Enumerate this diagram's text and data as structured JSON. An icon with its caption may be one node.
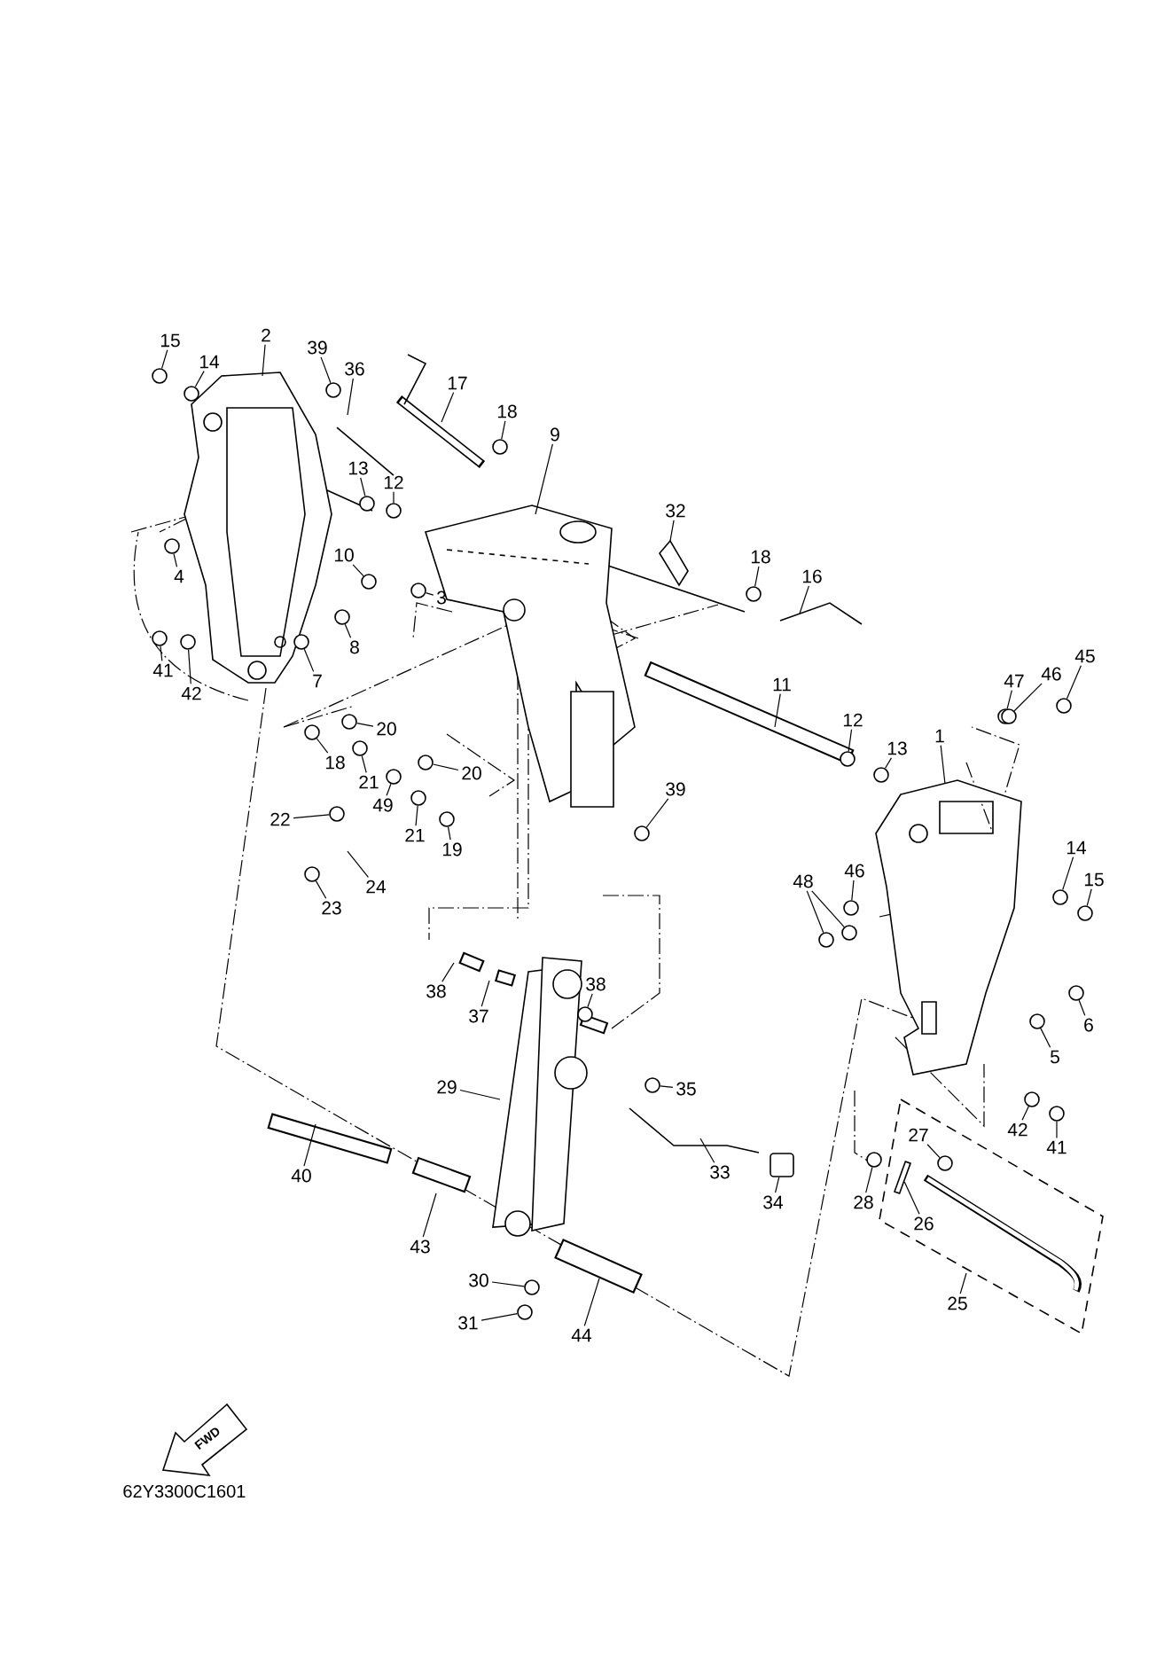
{
  "diagram": {
    "nodes": [
      {
        "text": [
          "15"
        ]
      },
      {
        "text": [
          "14"
        ]
      },
      {
        "text": [
          "2"
        ]
      },
      {
        "text": [
          "39"
        ]
      },
      {
        "text": [
          "36"
        ]
      },
      {
        "text": [
          "17"
        ]
      },
      {
        "text": [
          "18"
        ]
      },
      {
        "text": [
          "9"
        ]
      },
      {
        "text": [
          "13"
        ]
      },
      {
        "text": [
          "12"
        ]
      },
      {
        "text": [
          "10"
        ]
      },
      {
        "text": [
          "3"
        ]
      },
      {
        "text": [
          "4"
        ]
      },
      {
        "text": [
          "8"
        ]
      },
      {
        "text": [
          "41"
        ]
      },
      {
        "text": [
          "42"
        ]
      },
      {
        "text": [
          "7"
        ]
      },
      {
        "text": [
          "32"
        ]
      },
      {
        "text": [
          "18"
        ]
      },
      {
        "text": [
          "16"
        ]
      },
      {
        "text": [
          "11"
        ]
      },
      {
        "text": [
          "12"
        ]
      },
      {
        "text": [
          "13"
        ]
      },
      {
        "text": [
          "47"
        ]
      },
      {
        "text": [
          "46"
        ]
      },
      {
        "text": [
          "45"
        ]
      },
      {
        "text": [
          "1"
        ]
      },
      {
        "text": [
          "39"
        ]
      },
      {
        "text": [
          "14"
        ]
      },
      {
        "text": [
          "15"
        ]
      },
      {
        "text": [
          "48"
        ]
      },
      {
        "text": [
          "46"
        ]
      },
      {
        "text": [
          "6"
        ]
      },
      {
        "text": [
          "5"
        ]
      },
      {
        "text": [
          "42"
        ]
      },
      {
        "text": [
          "41"
        ]
      },
      {
        "text": [
          "18"
        ]
      },
      {
        "text": [
          "20"
        ]
      },
      {
        "text": [
          "21"
        ]
      },
      {
        "text": [
          "49"
        ]
      },
      {
        "text": [
          "20"
        ]
      },
      {
        "text": [
          "21"
        ]
      },
      {
        "text": [
          "19"
        ]
      },
      {
        "text": [
          "22"
        ]
      },
      {
        "text": [
          "24"
        ]
      },
      {
        "text": [
          "23"
        ]
      },
      {
        "text": [
          "38"
        ]
      },
      {
        "text": [
          "37"
        ]
      },
      {
        "text": [
          "38"
        ]
      },
      {
        "text": [
          "35"
        ]
      },
      {
        "text": [
          "29"
        ]
      },
      {
        "text": [
          "40"
        ]
      },
      {
        "text": [
          "33"
        ]
      },
      {
        "text": [
          "34"
        ]
      },
      {
        "text": [
          "43"
        ]
      },
      {
        "text": [
          "30"
        ]
      },
      {
        "text": [
          "31"
        ]
      },
      {
        "text": [
          "44"
        ]
      },
      {
        "text": [
          "28"
        ]
      },
      {
        "text": [
          "27"
        ]
      },
      {
        "text": [
          "26"
        ]
      },
      {
        "text": [
          "25"
        ]
      },
      {
        "text": [],
        "shape": "circle"
      },
      {
        "text": [],
        "shape": "circle"
      },
      {
        "text": [],
        "shape": "circle"
      },
      {
        "text": [],
        "shape": "circle"
      },
      {
        "text": [],
        "shape": "circle"
      },
      {
        "text": [],
        "shape": "circle"
      },
      {
        "text": [],
        "shape": "circle"
      },
      {
        "text": [],
        "shape": "circle"
      },
      {
        "text": [],
        "shape": "circle"
      },
      {
        "text": [],
        "shape": "circle"
      },
      {
        "text": [],
        "shape": "circle"
      },
      {
        "text": [],
        "shape": "circle"
      },
      {
        "text": [],
        "shape": "circle"
      },
      {
        "text": [],
        "shape": "circle"
      },
      {
        "text": [],
        "shape": "circle"
      },
      {
        "text": [],
        "shape": "circle"
      },
      {
        "text": [],
        "shape": "circle"
      },
      {
        "text": [],
        "shape": "circle"
      },
      {
        "text": [],
        "shape": "circle"
      },
      {
        "text": [],
        "shape": "circle"
      },
      {
        "text": [],
        "shape": "circle"
      },
      {
        "text": [],
        "shape": "circle"
      },
      {
        "text": [],
        "shape": "circle"
      },
      {
        "text": [],
        "shape": "circle"
      },
      {
        "text": [],
        "shape": "circle"
      },
      {
        "text": [],
        "shape": "circle"
      },
      {
        "text": [],
        "shape": "circle"
      },
      {
        "text": [],
        "shape": "circle"
      },
      {
        "text": [],
        "shape": "circle"
      },
      {
        "text": [],
        "shape": "circle"
      },
      {
        "text": [],
        "shape": "circle"
      },
      {
        "text": [],
        "shape": "circle"
      },
      {
        "text": [],
        "shape": "circle"
      },
      {
        "text": [],
        "shape": "circle"
      },
      {
        "text": [],
        "shape": "circle"
      },
      {
        "text": [],
        "shape": "circle"
      },
      {
        "text": [],
        "shape": "circle"
      },
      {
        "text": [],
        "shape": "circle"
      },
      {
        "text": [],
        "shape": "circle"
      },
      {
        "text": [],
        "shape": "circle"
      },
      {
        "text": [],
        "shape": "circle"
      },
      {
        "text": [],
        "shape": "circle"
      },
      {
        "text": [],
        "shape": "circle"
      },
      {
        "text": [],
        "shape": "circle"
      },
      {
        "text": [],
        "shape": "box"
      },
      {
        "text": [],
        "shape": "bar"
      },
      {
        "text": [],
        "shape": "picture"
      }
    ],
    "edges": [
      {
        "from": 0,
        "to": 62,
        "arrow": "none"
      },
      {
        "from": 1,
        "to": 63,
        "arrow": "none"
      },
      {
        "from": 2,
        "to": null,
        "arrow": "none"
      },
      {
        "from": 3,
        "to": 64,
        "arrow": "none"
      },
      {
        "from": 4,
        "to": null,
        "arrow": "none"
      },
      {
        "from": 5,
        "to": null,
        "arrow": "none"
      },
      {
        "from": 6,
        "to": 65,
        "arrow": "none"
      },
      {
        "from": 7,
        "to": null,
        "arrow": "none"
      },
      {
        "from": 8,
        "to": 66,
        "arrow": "none"
      },
      {
        "from": 9,
        "to": 67,
        "arrow": "none"
      },
      {
        "from": 10,
        "to": 68,
        "arrow": "none"
      },
      {
        "from": 11,
        "to": 69,
        "arrow": "none"
      },
      {
        "from": 12,
        "to": 70,
        "arrow": "none"
      },
      {
        "from": 13,
        "to": 71,
        "arrow": "none"
      },
      {
        "from": 14,
        "to": 72,
        "arrow": "none"
      },
      {
        "from": 15,
        "to": 73,
        "arrow": "none"
      },
      {
        "from": 16,
        "to": 74,
        "arrow": "none"
      },
      {
        "from": 17,
        "to": null,
        "arrow": "none"
      },
      {
        "from": 18,
        "to": 75,
        "arrow": "none"
      },
      {
        "from": 19,
        "to": null,
        "arrow": "none"
      },
      {
        "from": 20,
        "to": null,
        "arrow": "none"
      },
      {
        "from": 21,
        "to": 76,
        "arrow": "none"
      },
      {
        "from": 22,
        "to": 77,
        "arrow": "none"
      },
      {
        "from": 23,
        "to": 78,
        "arrow": "none"
      },
      {
        "from": 24,
        "to": 79,
        "arrow": "none"
      },
      {
        "from": 25,
        "to": 80,
        "arrow": "none"
      },
      {
        "from": 26,
        "to": 108,
        "arrow": "none"
      },
      {
        "from": 27,
        "to": 81,
        "arrow": "none"
      },
      {
        "from": 28,
        "to": 82,
        "arrow": "none"
      },
      {
        "from": 29,
        "to": 83,
        "arrow": "none"
      },
      {
        "from": 30,
        "to": 84,
        "arrow": "none"
      },
      {
        "from": 30,
        "to": 85,
        "arrow": "none"
      },
      {
        "from": 31,
        "to": 86,
        "arrow": "none"
      },
      {
        "from": 32,
        "to": 87,
        "arrow": "none"
      },
      {
        "from": 33,
        "to": 88,
        "arrow": "none"
      },
      {
        "from": 34,
        "to": 89,
        "arrow": "none"
      },
      {
        "from": 35,
        "to": 90,
        "arrow": "none"
      },
      {
        "from": 36,
        "to": 91,
        "arrow": "none"
      },
      {
        "from": 37,
        "to": 92,
        "arrow": "none"
      },
      {
        "from": 38,
        "to": 93,
        "arrow": "none"
      },
      {
        "from": 39,
        "to": 94,
        "arrow": "none"
      },
      {
        "from": 40,
        "to": 95,
        "arrow": "none"
      },
      {
        "from": 41,
        "to": 96,
        "arrow": "none"
      },
      {
        "from": 42,
        "to": 97,
        "arrow": "none"
      },
      {
        "from": 43,
        "to": 98,
        "arrow": "none"
      },
      {
        "from": 44,
        "to": null,
        "arrow": "none"
      },
      {
        "from": 45,
        "to": 99,
        "arrow": "none"
      },
      {
        "from": 46,
        "to": null,
        "arrow": "none"
      },
      {
        "from": 47,
        "to": null,
        "arrow": "none"
      },
      {
        "from": 48,
        "to": 100,
        "arrow": "none"
      },
      {
        "from": 49,
        "to": 101,
        "arrow": "none"
      },
      {
        "from": 50,
        "to": null,
        "arrow": "none"
      },
      {
        "from": 51,
        "to": null,
        "arrow": "none"
      },
      {
        "from": 52,
        "to": null,
        "arrow": "none"
      },
      {
        "from": 53,
        "to": 106,
        "arrow": "none"
      },
      {
        "from": 54,
        "to": null,
        "arrow": "none"
      },
      {
        "from": 55,
        "to": 102,
        "arrow": "none"
      },
      {
        "from": 56,
        "to": 103,
        "arrow": "none"
      },
      {
        "from": 57,
        "to": null,
        "arrow": "none"
      },
      {
        "from": 58,
        "to": 104,
        "arrow": "none"
      },
      {
        "from": 59,
        "to": 105,
        "arrow": "none"
      },
      {
        "from": 60,
        "to": 107,
        "arrow": "none"
      },
      {
        "from": 61,
        "to": null,
        "arrow": "none"
      }
    ],
    "labels": [
      "FWD",
      "62Y3300C1601"
    ]
  }
}
